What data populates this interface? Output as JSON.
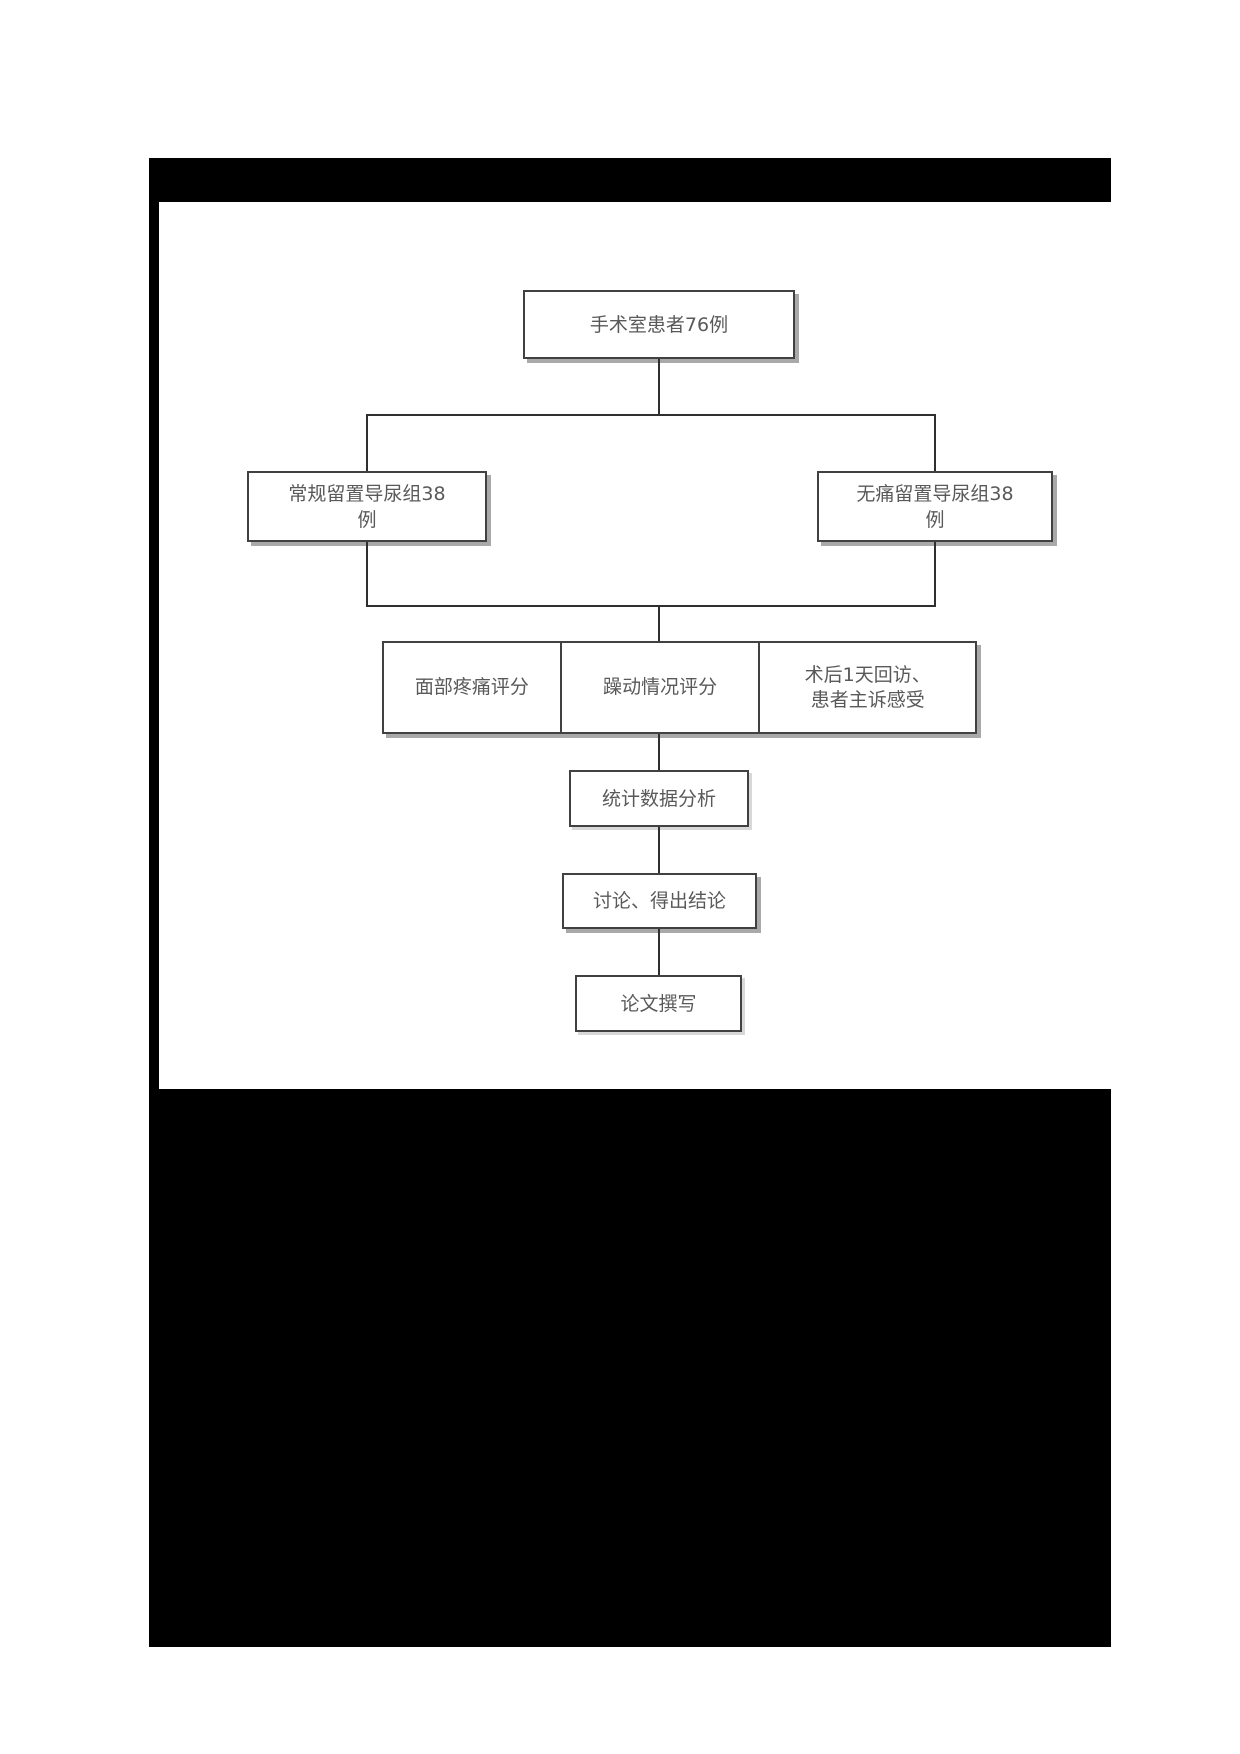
{
  "colors": {
    "paper": "#ffffff",
    "frame": "#000000",
    "box-border": "#414141",
    "connector": "#2f2f2f",
    "text": "#595959",
    "box-shadow": "#a9a9a9"
  },
  "flowchart": {
    "nodes": {
      "total": {
        "label": "手术室患者76例"
      },
      "routine_group": {
        "line1": "常规留置导尿组38",
        "line2": "例"
      },
      "painless_group": {
        "line1": "无痛留置导尿组38",
        "line2": "例"
      },
      "facial_pain": {
        "label": "面部疼痛评分"
      },
      "agitation": {
        "label": "躁动情况评分"
      },
      "followup": {
        "line1": "术后1天回访、",
        "line2": "患者主诉感受"
      },
      "statistics": {
        "label": "统计数据分析"
      },
      "discussion": {
        "label": "讨论、得出结论"
      },
      "writing": {
        "label": "论文撰写"
      }
    }
  }
}
